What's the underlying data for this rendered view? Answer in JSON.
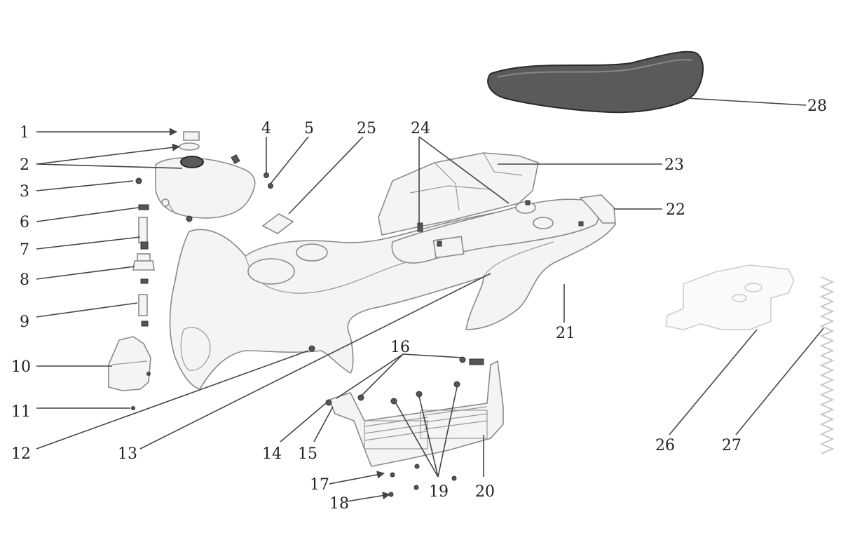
{
  "diagram": {
    "callouts": {
      "c1": "1",
      "c2": "2",
      "c3": "3",
      "c4": "4",
      "c5": "5",
      "c6": "6",
      "c7": "7",
      "c8": "8",
      "c9": "9",
      "c10": "10",
      "c11": "11",
      "c12": "12",
      "c13": "13",
      "c14": "14",
      "c15": "15",
      "c16": "16",
      "c17": "17",
      "c18": "18",
      "c19": "19",
      "c20": "20",
      "c21": "21",
      "c22": "22",
      "c23": "23",
      "c24": "24",
      "c25": "25",
      "c26": "26",
      "c27": "27",
      "c28": "28"
    },
    "colors": {
      "line": "#444444",
      "seat": "#5a5a5a",
      "part_outline": "#8a8a8a"
    }
  }
}
